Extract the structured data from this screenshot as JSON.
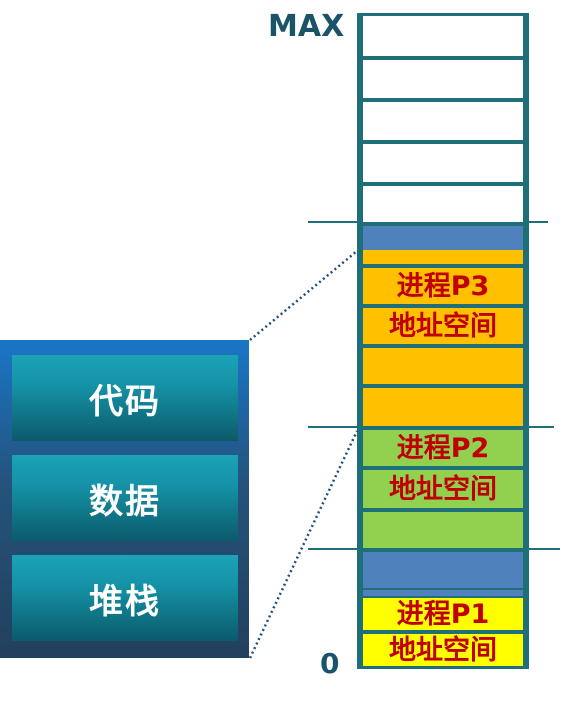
{
  "axis": {
    "max_label": "MAX",
    "min_label": "0"
  },
  "process_segments": [
    "代码",
    "数据",
    "堆栈"
  ],
  "processes": [
    {
      "name_label": "进程P3",
      "space_label": "地址空间",
      "color": "#ffc000"
    },
    {
      "name_label": "进程P2",
      "space_label": "地址空间",
      "color": "#92d050"
    },
    {
      "name_label": "进程P1",
      "space_label": "地址空间",
      "color": "#ffff00"
    }
  ],
  "colors": {
    "free": "#ffffff",
    "border": "#1f6f78",
    "reserved_blue": "#4f81bd",
    "label_red": "#c00000",
    "panel_teal": "#1592a7"
  }
}
